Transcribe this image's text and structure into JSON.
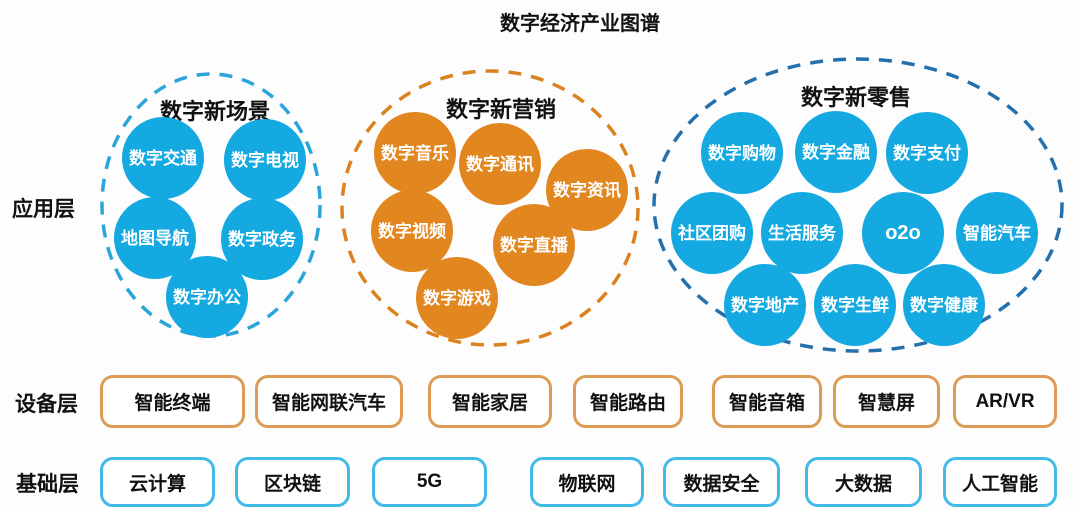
{
  "title": "数字经济产业图谱",
  "colors": {
    "blue_bubble": "#14a9e1",
    "orange_bubble": "#e2861f",
    "scene_outline": "#2aa5dc",
    "marketing_outline": "#db821e",
    "retail_outline": "#2470ad",
    "device_box_border": "#dd9c55",
    "foundation_box_border": "#41bbe5",
    "bubble_text": "#ffffff",
    "title_text": "#111111"
  },
  "layers": {
    "application": "应用层",
    "device": "设备层",
    "foundation": "基础层"
  },
  "groups": [
    {
      "title": "数字新场景",
      "items": [
        "数字交通",
        "数字电视",
        "地图导航",
        "数字政务",
        "数字办公"
      ]
    },
    {
      "title": "数字新营销",
      "items": [
        "数字音乐",
        "数字通讯",
        "数字资讯",
        "数字视频",
        "数字直播",
        "数字游戏"
      ]
    },
    {
      "title": "数字新零售",
      "items": [
        "数字购物",
        "数字金融",
        "数字支付",
        "社区团购",
        "生活服务",
        "o2o",
        "智能汽车",
        "数字地产",
        "数字生鲜",
        "数字健康"
      ]
    }
  ],
  "device_layer": {
    "items": [
      "智能终端",
      "智能网联汽车",
      "智能家居",
      "智能路由",
      "智能音箱",
      "智慧屏",
      "AR/VR"
    ]
  },
  "foundation_layer": {
    "items": [
      "云计算",
      "区块链",
      "5G",
      "物联网",
      "数据安全",
      "大数据",
      "人工智能"
    ]
  }
}
